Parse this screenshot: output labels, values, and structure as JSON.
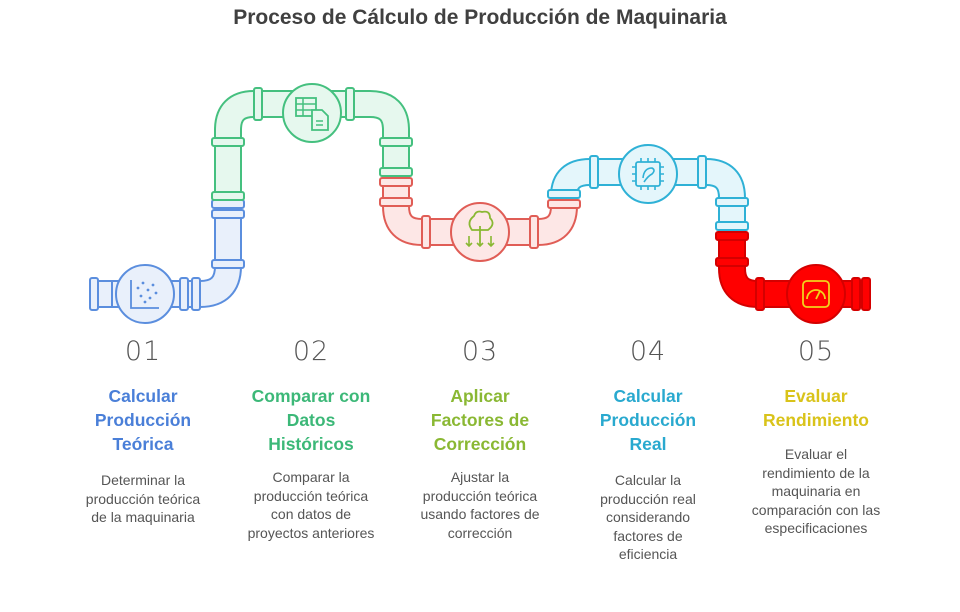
{
  "title": "Proceso de Cálculo de Producción de Maquinaria",
  "steps": [
    {
      "num": "01",
      "head_lines": [
        "Calcular",
        "Producción",
        "Teórica"
      ],
      "desc_lines": [
        "Determinar la",
        "producción teórica",
        "de la maquinaria"
      ],
      "color": "#4a7fd8",
      "pipe": "#e9f0fb",
      "stroke": "#5b8ede"
    },
    {
      "num": "02",
      "head_lines": [
        "Comparar con",
        "Datos",
        "Históricos"
      ],
      "desc_lines": [
        "Comparar la",
        "producción teórica",
        "con datos de",
        "proyectos anteriores"
      ],
      "color": "#3cb878",
      "pipe": "#e6f8ee",
      "stroke": "#45c07f"
    },
    {
      "num": "03",
      "head_lines": [
        "Aplicar",
        "Factores de",
        "Corrección"
      ],
      "desc_lines": [
        "Ajustar la",
        "producción teórica",
        "usando factores de",
        "corrección"
      ],
      "color": "#8ab833",
      "pipe": "#fde7e6",
      "stroke": "#e05d56"
    },
    {
      "num": "04",
      "head_lines": [
        "Calcular",
        "Producción",
        "Real"
      ],
      "desc_lines": [
        "Calcular la",
        "producción real",
        "considerando",
        "factores de",
        "eficiencia"
      ],
      "color": "#29a9cf",
      "pipe": "#e4f6fb",
      "stroke": "#2fb1d6"
    },
    {
      "num": "05",
      "head_lines": [
        "Evaluar",
        "Rendimiento"
      ],
      "desc_lines": [
        "Evaluar el",
        "rendimiento de la",
        "maquinaria en",
        "comparación con las",
        "especificaciones"
      ],
      "color": "#d9c31a",
      "pipe": "#ff0000",
      "stroke": "#d40000"
    }
  ],
  "icons": [
    "scatter-chart-icon",
    "spreadsheet-document-icon",
    "tree-arrows-icon",
    "processor-chip-icon",
    "gauge-icon"
  ]
}
